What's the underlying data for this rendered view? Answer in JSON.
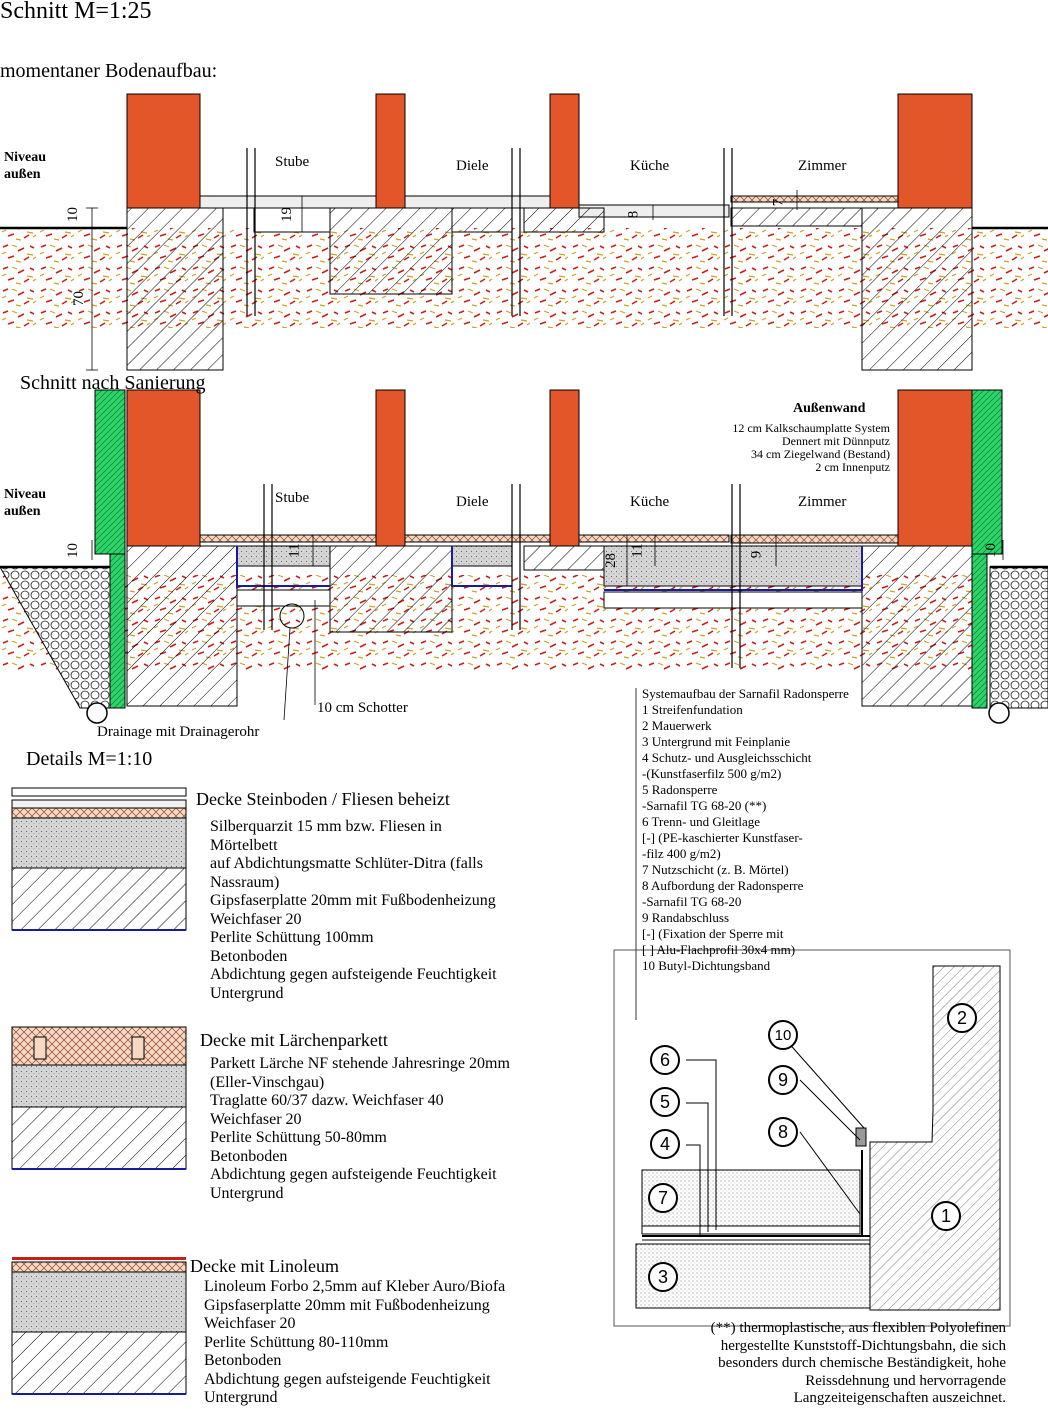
{
  "title": "Schnitt M=1:25",
  "section_before": {
    "heading": "momentaner Bodenaufbau:",
    "niveau_label": [
      "Niveau",
      "außen"
    ],
    "rooms": [
      "Stube",
      "Diele",
      "Küche",
      "Zimmer"
    ],
    "dims": [
      "10",
      "70",
      "19",
      "8",
      "7"
    ]
  },
  "section_after": {
    "heading": "Schnitt nach Sanierung",
    "niveau_label": [
      "Niveau",
      "außen"
    ],
    "rooms": [
      "Stube",
      "Diele",
      "Küche",
      "Zimmer"
    ],
    "dims": [
      "10",
      "11",
      "28",
      "11",
      "9",
      "10"
    ],
    "wall_title": "Außenwand",
    "wall_lines": [
      "12 cm Kalkschaumplatte System",
      "Dennert mit Dünnputz",
      "34 cm Ziegelwand (Bestand)",
      "2 cm Innenputz"
    ],
    "drainage_label": "Drainage mit Drainagerohr",
    "gravel_label": "10 cm Schotter"
  },
  "details": {
    "heading": "Details M=1:10",
    "items": [
      {
        "title": "Decke Steinboden / Fliesen beheizt",
        "lines": [
          "Silberquarzit 15 mm bzw. Fliesen in",
          "Mörtelbett",
          "auf Abdichtungsmatte Schlüter-Ditra (falls",
          "Nassraum)",
          "Gipsfaserplatte 20mm mit Fußbodenheizung",
          "Weichfaser 20",
          "Perlite Schüttung 100mm",
          "Betonboden",
          "Abdichtung gegen aufsteigende Feuchtigkeit",
          "Untergrund"
        ]
      },
      {
        "title": "Decke mit Lärchenparkett",
        "lines": [
          "Parkett Lärche NF stehende Jahresringe 20mm",
          "(Eller-Vinschgau)",
          "Traglatte 60/37 dazw. Weichfaser 40",
          "Weichfaser 20",
          "Perlite Schüttung 50-80mm",
          "Betonboden",
          "Abdichtung gegen aufsteigende Feuchtigkeit",
          "Untergrund"
        ]
      },
      {
        "title": "Decke  mit Linoleum",
        "lines": [
          "Linoleum Forbo 2,5mm auf Kleber Auro/Biofa",
          "Gipsfaserplatte 20mm mit Fußbodenheizung",
          "Weichfaser 20",
          "Perlite Schüttung 80-110mm",
          "Betonboden",
          "Abdichtung gegen aufsteigende Feuchtigkeit",
          "Untergrund"
        ]
      }
    ]
  },
  "radon": {
    "lines": [
      "Systemaufbau der Sarnafil Radonsperre",
      "1 Streifenfundation",
      "2 Mauerwerk",
      "3 Untergrund mit Feinplanie",
      "4 Schutz- und Ausgleichsschicht",
      "-(Kunstfaserfilz 500 g/m2)",
      "5 Radonsperre",
      "-Sarnafil TG 68-20 (**)",
      "6 Trenn- und Gleitlage",
      "[-] (PE-kaschierter Kunstfaser-",
      "-filz 400 g/m2)",
      "7 Nutzschicht (z. B. Mörtel)",
      "8 Aufbordung der Radonsperre",
      "-Sarnafil TG 68-20",
      "9 Randabschluss",
      "[-] (Fixation der Sperre mit",
      "[ ] Alu-Flachprofil 30x4 mm)",
      "10 Butyl-Dichtungsband"
    ],
    "markers": [
      "1",
      "2",
      "3",
      "4",
      "5",
      "6",
      "7",
      "8",
      "9",
      "10"
    ],
    "footnote": [
      "(**) thermoplastische, aus flexiblen Polyolefinen",
      "hergestellte Kunststoff-Dichtungsbahn, die sich",
      "besonders durch chemische Beständigkeit, hohe",
      "Reissdehnung und hervorragende",
      "Langzeiteigenschaften auszeichnet."
    ]
  },
  "colors": {
    "brick": "#e2562a",
    "insulation": "#2dd46a",
    "seal_blue": "#1a1aa0",
    "soil_red": "#c8201a",
    "soil_gold": "#d0a020"
  }
}
